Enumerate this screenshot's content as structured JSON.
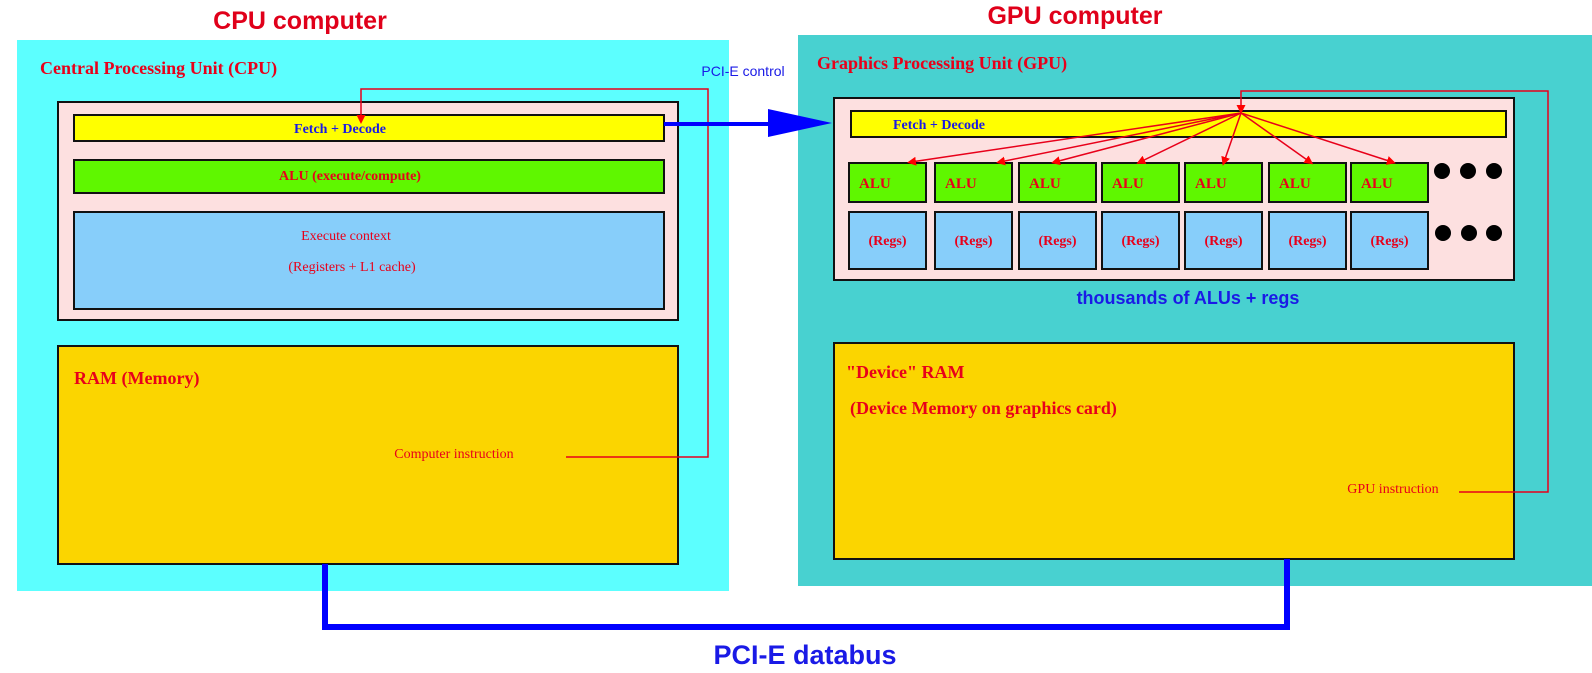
{
  "cpu": {
    "title": "CPU computer",
    "unit_label": "Central Processing Unit (CPU)",
    "fetch_decode": "Fetch + Decode",
    "alu": "ALU (execute/compute)",
    "context_line1": "Execute context",
    "context_line2": "(Registers + L1 cache)",
    "ram_label": "RAM (Memory)",
    "instruction_label": "Computer instruction"
  },
  "gpu": {
    "title": "GPU computer",
    "unit_label": "Graphics Processing Unit (GPU)",
    "fetch_decode": "Fetch + Decode",
    "alu_cells": [
      "ALU",
      "ALU",
      "ALU",
      "ALU",
      "ALU",
      "ALU",
      "ALU"
    ],
    "reg_cells": [
      "(Regs)",
      "(Regs)",
      "(Regs)",
      "(Regs)",
      "(Regs)",
      "(Regs)",
      "(Regs)"
    ],
    "caption": "thousands of ALUs + regs",
    "ram_line1": "\"Device\" RAM",
    "ram_line2": "(Device Memory on graphics card)",
    "instruction_label": "GPU instruction"
  },
  "links": {
    "control_label": "PCI-E control",
    "databus_label": "PCI-E databus"
  },
  "colors": {
    "cpu_bg": "#5cffff",
    "gpu_bg": "#48d1d0",
    "chip_bg": "#fde0e0",
    "fetch": "#ffff00",
    "alu": "#5ff700",
    "context": "#87cefa",
    "ram": "#fbd500",
    "red_text": "#ff0000",
    "blue": "#0000ff",
    "title_red": "#e0001a"
  }
}
